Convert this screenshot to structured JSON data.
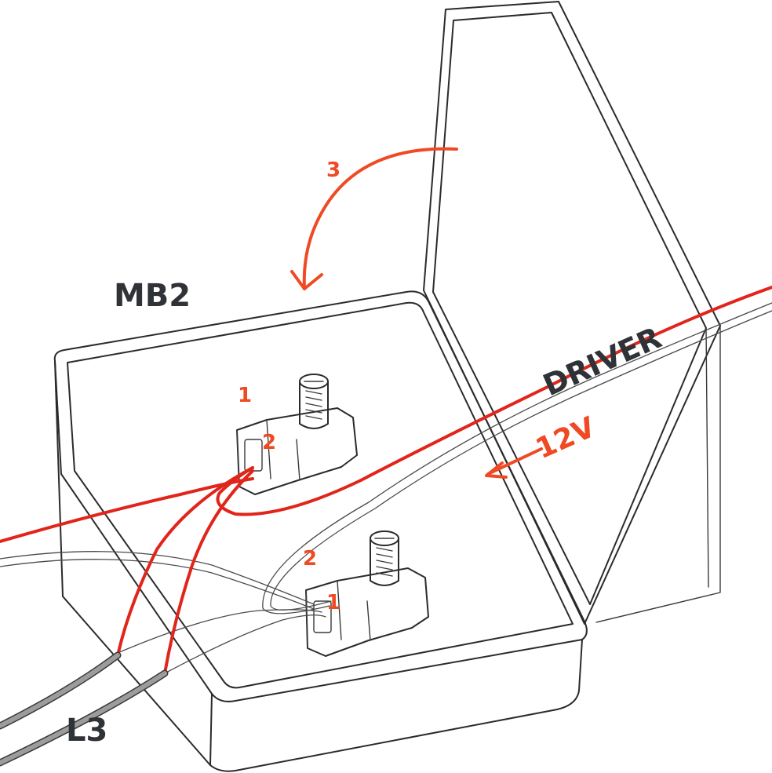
{
  "labels": {
    "box": "MB2",
    "cable": "L3",
    "wire": "DRIVER",
    "voltage": "12V",
    "step": "3"
  },
  "connectors": {
    "top": {
      "port_a": "1",
      "port_b": "2"
    },
    "bottom": {
      "port_a": "2",
      "port_b": "1"
    }
  },
  "colors": {
    "accent_red": "#e0251b",
    "label_red": "#ef4a24",
    "label_dark": "#2f3236"
  }
}
